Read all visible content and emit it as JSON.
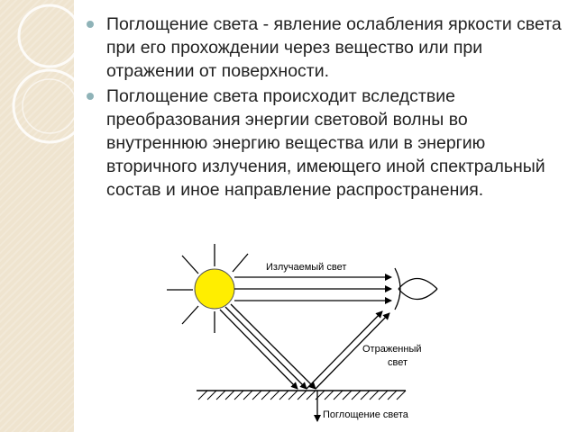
{
  "slide": {
    "bullets": [
      "Поглощение света - явление ослабления яркости света при его прохождении через вещество или при отражении от поверхности.",
      "Поглощение света происходит вследствие преобразования энергии световой волны во внутреннюю энергию вещества или в энергию вторичного излучения, имеющего иной спектральный состав и иное направление распространения."
    ]
  },
  "diagram": {
    "emitted_label": "Излучаемый свет",
    "reflected_label_line1": "Отраженный",
    "reflected_label_line2": "свет",
    "absorbed_label": "Поглощение света"
  },
  "colors": {
    "sun_fill": "#ffee00",
    "bullet": "#8fb3b8",
    "strip": "#efe4cf"
  }
}
